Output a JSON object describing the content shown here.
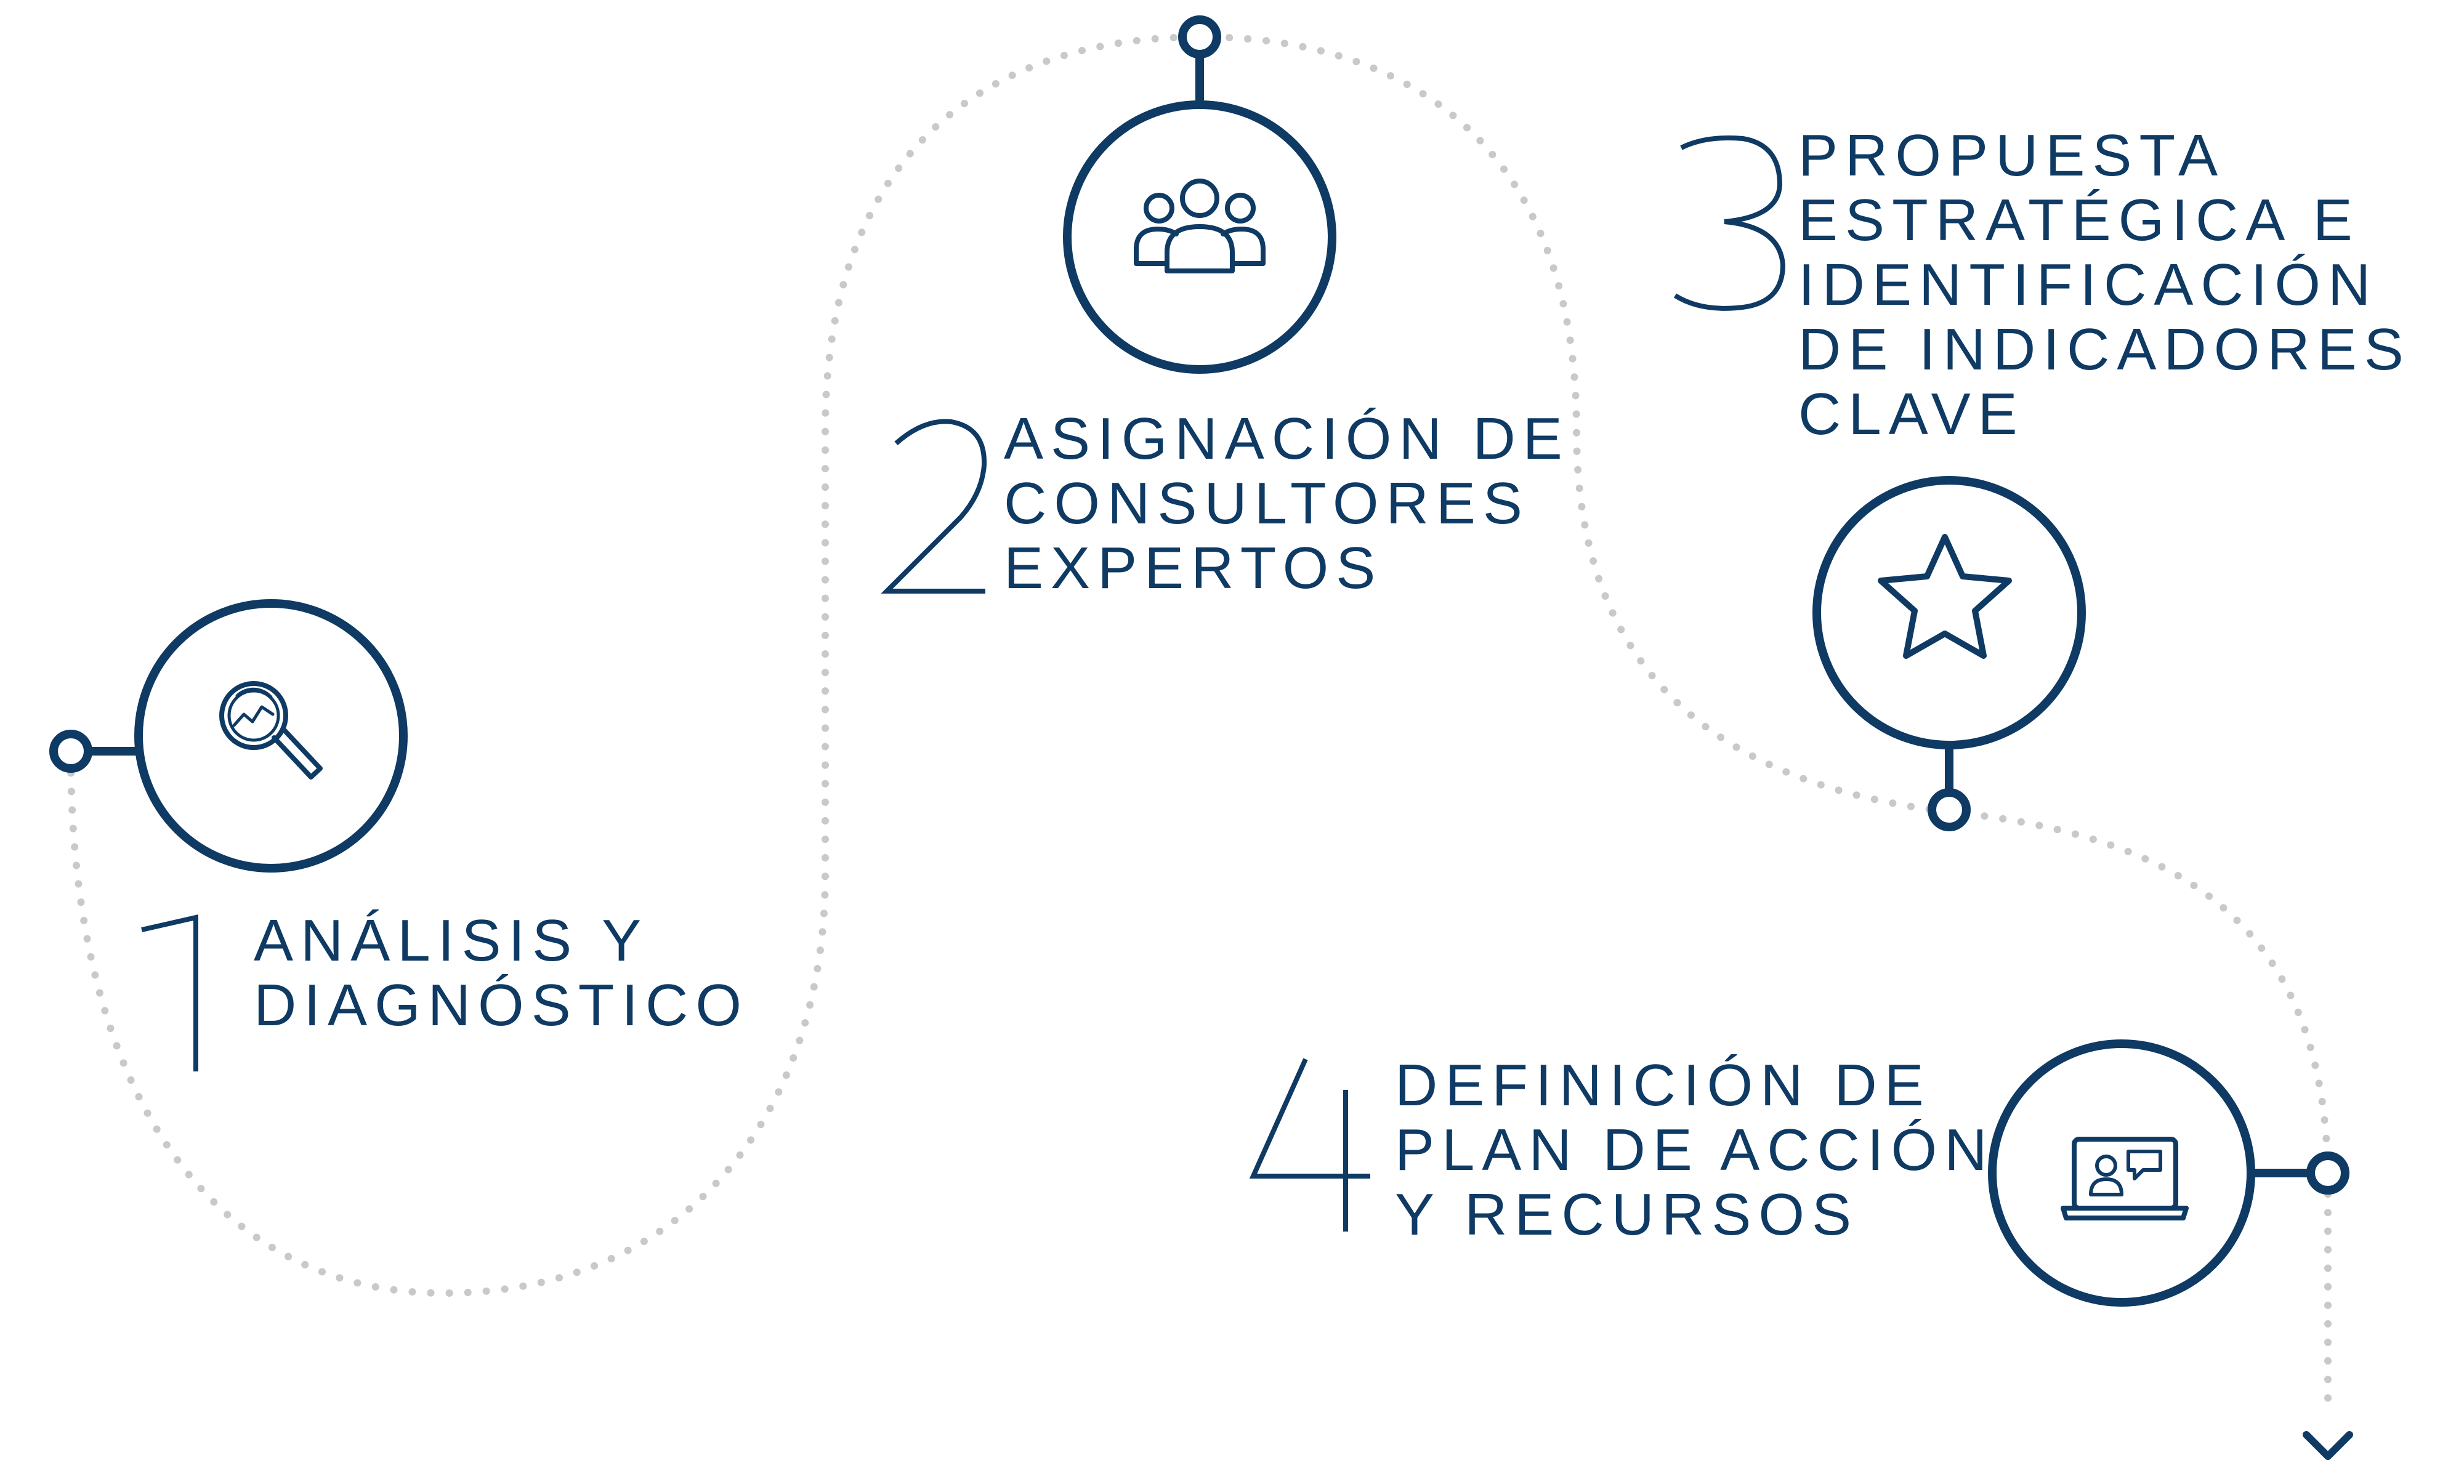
{
  "colors": {
    "primary": "#0e3a64",
    "path": "#c9c9c9",
    "background": "#ffffff"
  },
  "steps": [
    {
      "number": "1",
      "lines": [
        "ANÁLISIS Y",
        "DIAGNÓSTICO"
      ],
      "icon": "magnifier-chart-icon"
    },
    {
      "number": "2",
      "lines": [
        "ASIGNACIÓN DE",
        "CONSULTORES",
        "EXPERTOS"
      ],
      "icon": "team-icon"
    },
    {
      "number": "3",
      "lines": [
        "PROPUESTA",
        "ESTRATÉGICA E",
        "IDENTIFICACIÓN",
        "DE INDICADORES",
        "CLAVE"
      ],
      "icon": "star-icon"
    },
    {
      "number": "4",
      "lines": [
        "DEFINICIÓN DE",
        "PLAN DE ACCIÓN",
        "Y RECURSOS"
      ],
      "icon": "video-call-laptop-icon"
    }
  ]
}
